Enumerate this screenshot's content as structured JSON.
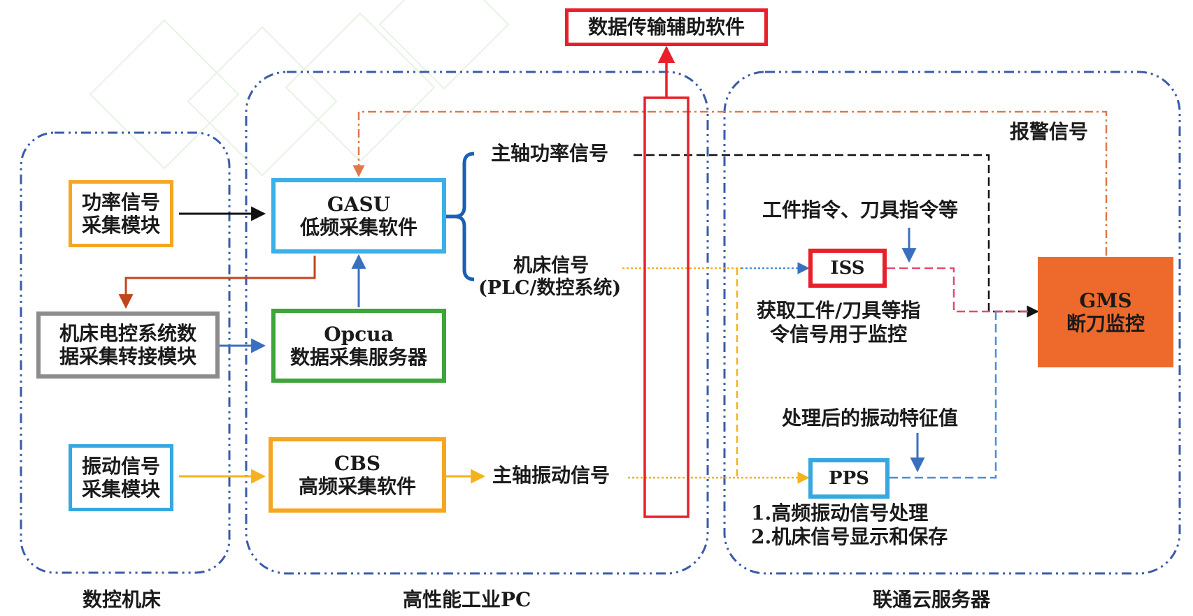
{
  "top_box": "数据传输辅助软件",
  "zones": {
    "cnc": "数控机床",
    "pc": "高性能工业PC",
    "cloud": "联通云服务器"
  },
  "modules": {
    "power": [
      "功率信号",
      "采集模块"
    ],
    "electrical": [
      "机床电控系统数",
      "据采集转接模块"
    ],
    "vibration": [
      "振动信号",
      "采集模块"
    ],
    "gasu": [
      "GASU",
      "低频采集软件"
    ],
    "opcua": [
      "Opcua",
      "数据采集服务器"
    ],
    "cbs": [
      "CBS",
      "高频采集软件"
    ],
    "iss": "ISS",
    "pps": "PPS",
    "gms": [
      "GMS",
      "断刀监控"
    ]
  },
  "signals": {
    "spindle_power": "主轴功率信号",
    "machine_signal": [
      "机床信号",
      "(PLC/数控系统)"
    ],
    "spindle_vibration": "主轴振动信号",
    "alarm": "报警信号",
    "instructions": "工件指令、刀具指令等",
    "iss_desc": [
      "获取工件/刀具等指",
      "令信号用于监控"
    ],
    "processed": "处理后的振动特征值",
    "pps_desc": [
      "1.高频振动信号处理",
      "2.机床信号显示和保存"
    ]
  },
  "colors": {
    "zone_border": "#3a5ba8",
    "power_box": "#f5a623",
    "vibration_box": "#37a7e0",
    "electrical_box": "#8c8c8c",
    "gasu_box": "#3ab0e8",
    "opcua_box": "#3da53a",
    "cbs_box": "#f5a623",
    "iss_box": "#e8202a",
    "pps_box": "#37a7e0",
    "gms_fill": "#ee6a2c",
    "transfer_red": "#e8202a",
    "alarm_line": "#e0784a",
    "feedback_arrow": "#c0451c",
    "vibration_arrow": "#f5b21f",
    "blue_arrow": "#3a6fc0",
    "black_line": "#111111",
    "iss_to_gms": "#e8496e"
  }
}
